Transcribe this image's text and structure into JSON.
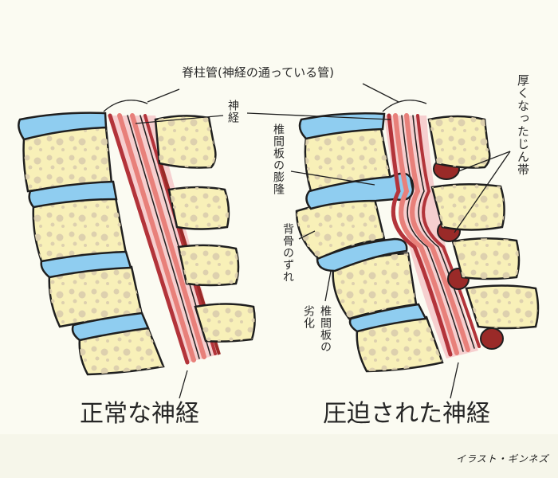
{
  "labels": {
    "spinal_canal": "脊柱管(神経の通っている管)",
    "nerve": "神経",
    "disc_bulge": "椎間板の膨隆",
    "vertebra_slip": "背骨のずれ",
    "disc_degeneration_line1": "椎間板の",
    "disc_degeneration_line2": "劣化",
    "thickened_ligament": "厚くなったじん帯"
  },
  "captions": {
    "normal": "正常な神経",
    "compressed": "圧迫された神経"
  },
  "credit": "イラスト・ギンネズ",
  "colors": {
    "background": "#fbfbf2",
    "bone": "#f8f0b8",
    "bone_spots": "#d9ccaa",
    "disc": "#8fcdf0",
    "nerve_dark": "#b3343a",
    "nerve_mid": "#e8807a",
    "canal_pink": "#f6cfcf",
    "ligament": "#9a2a28",
    "outline": "#1f1f1f"
  }
}
